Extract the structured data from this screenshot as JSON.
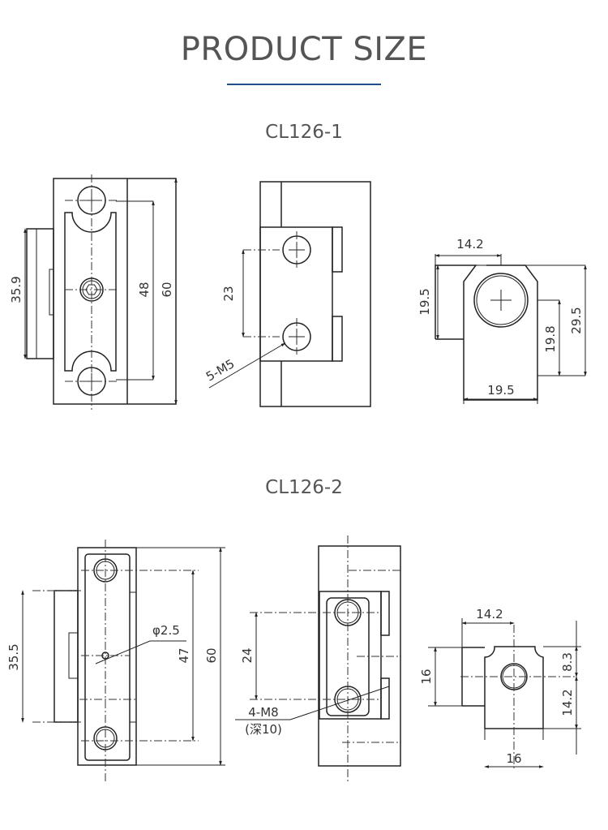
{
  "header": {
    "title": "PRODUCT SIZE",
    "accent_color": "#1f4e8c"
  },
  "models": [
    {
      "name": "CL126-1",
      "front": {
        "height_tab": "35.9",
        "hole_spacing": "48",
        "height": "60"
      },
      "side": {
        "hole_spacing": "23",
        "thread": "5-M5"
      },
      "end": {
        "top_width": "14.2",
        "left_height": "19.5",
        "hole_height": "19.8",
        "total_height": "29.5",
        "base_width": "19.5"
      }
    },
    {
      "name": "CL126-2",
      "front": {
        "height_tab": "35.5",
        "pin_dia": "φ2.5",
        "hole_spacing": "47",
        "height": "60"
      },
      "side": {
        "hole_spacing": "24",
        "thread": "4-M8",
        "depth": "(深10)"
      },
      "end": {
        "top_width": "14.2",
        "left_height": "16",
        "upper": "8.3",
        "lower": "14.2",
        "base_width": "16"
      }
    }
  ]
}
